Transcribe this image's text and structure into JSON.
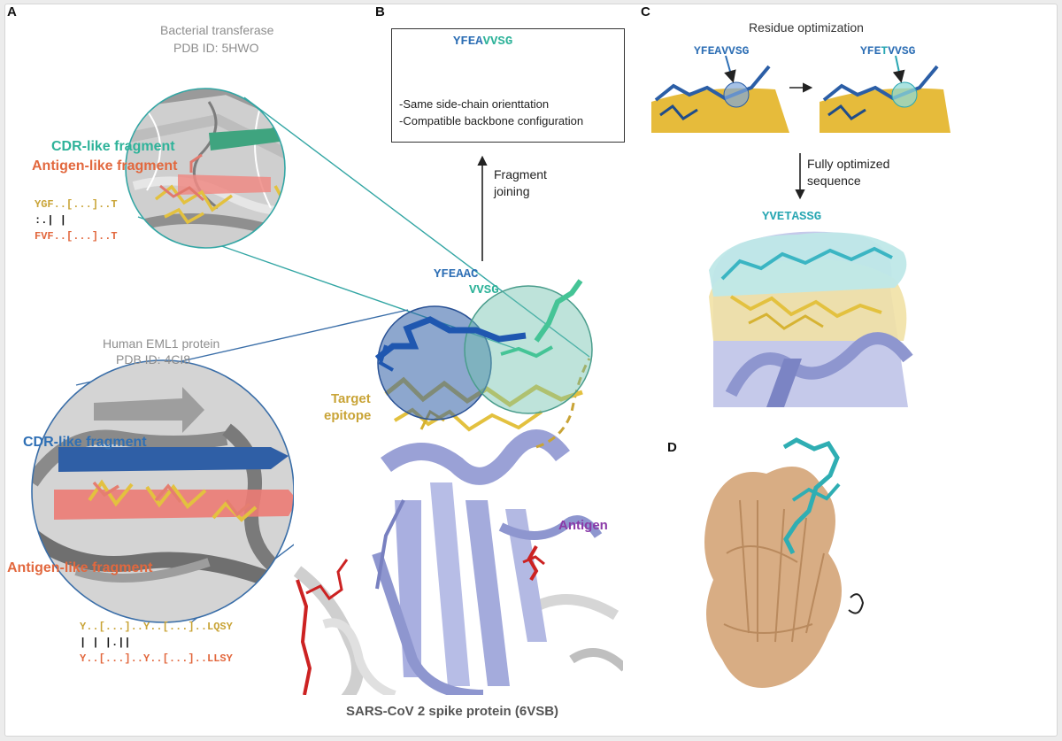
{
  "panels": {
    "a": "A",
    "b": "B",
    "c": "C",
    "d": "D"
  },
  "panel_a": {
    "top": {
      "protein": "Bacterial transferase",
      "pdb": "PDB ID: 5HWO",
      "cdr_label": "CDR-like fragment",
      "antigen_label": "Antigen-like fragment",
      "align": {
        "seq1": "YGF..[...]..T",
        "marks": ":.|        |",
        "seq2": "FVF..[...]..T"
      }
    },
    "bottom": {
      "protein": "Human EML1 protein",
      "pdb": "PDB ID: 4CI8",
      "cdr_label": "CDR-like fragment",
      "antigen_label": "Antigen-like fragment",
      "align": {
        "seq1": "Y..[...]..Y..[...]..LQSY",
        "marks": "|        |         |.||",
        "seq2": "Y..[...]..Y..[...]..LLSY"
      }
    }
  },
  "panel_b": {
    "box_seq_a": "YFEA",
    "box_seq_b": "VVSG",
    "note1": "-Same side-chain orienttation",
    "note2": "-Compatible backbone configuration",
    "arrow_label1": "Fragment",
    "arrow_label2": "joining",
    "frag1": "YFEAAC",
    "frag2": "VVSG",
    "target1": "Target",
    "target2": "epitope",
    "antigen": "Antigen",
    "caption": "SARS-CoV 2 spike protein (6VSB)"
  },
  "panel_c": {
    "title": "Residue optimization",
    "seq_before_a": "YFEA",
    "seq_before_b": "VVSG",
    "seq_after_a": "YFE",
    "seq_after_mut": "T",
    "seq_after_b": "VVSG",
    "arrow_note1": "Fully optimized",
    "arrow_note2": "sequence",
    "final_seq": "YVETASSG"
  },
  "colors": {
    "teal": "#2fb39a",
    "blue": "#2e6fb5",
    "orange": "#e2683e",
    "gold": "#c9a437",
    "purple": "#8b3aa8",
    "lavender": "#b3b9de",
    "tan": "#d9b48f",
    "cyan": "#2aa7b3"
  }
}
